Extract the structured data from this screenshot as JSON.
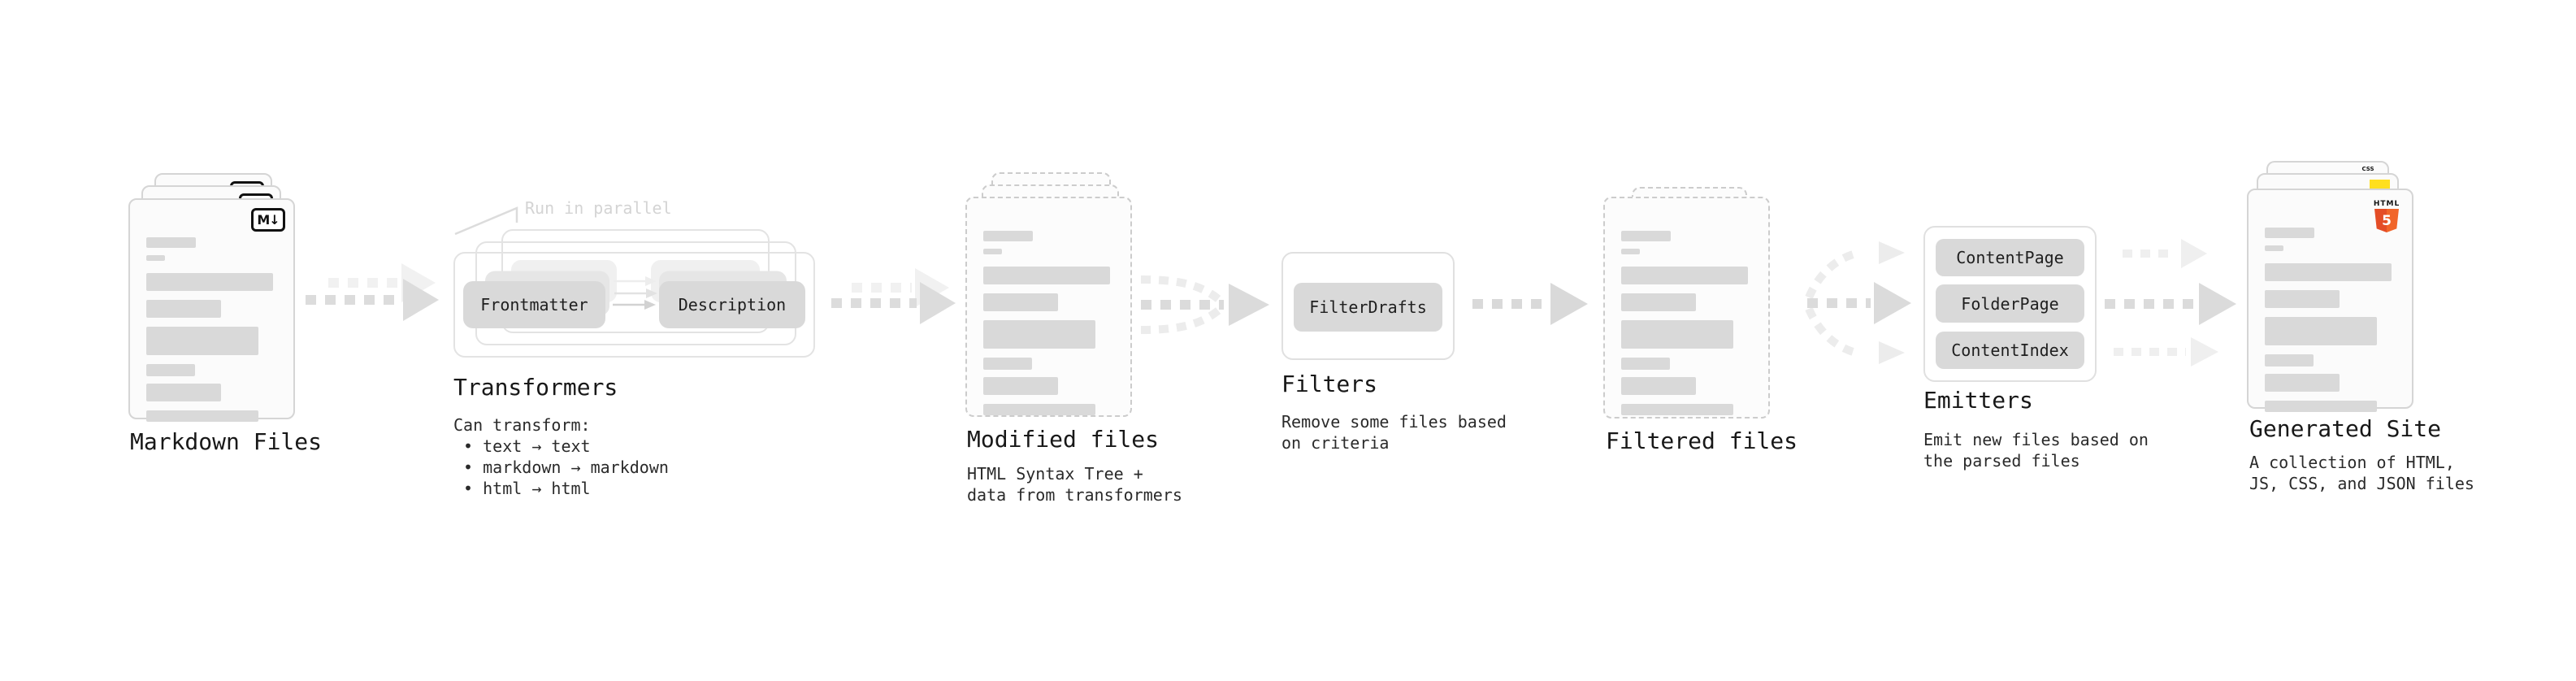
{
  "diagram": {
    "stages": [
      {
        "id": "markdown-files",
        "label": "Markdown Files",
        "badge": "M↓"
      },
      {
        "id": "transformers",
        "label": "Transformers",
        "annotation": "Run in parallel",
        "pill_left": "Frontmatter",
        "pill_right": "Description",
        "description": "Can transform:\n • text → text\n • markdown → markdown\n • html → html"
      },
      {
        "id": "modified-files",
        "label": "Modified files",
        "description": "HTML Syntax Tree +\ndata from transformers"
      },
      {
        "id": "filters",
        "label": "Filters",
        "pill": "FilterDrafts",
        "description": "Remove some files based\non criteria"
      },
      {
        "id": "filtered-files",
        "label": "Filtered files"
      },
      {
        "id": "emitters",
        "label": "Emitters",
        "pills": [
          "ContentPage",
          "FolderPage",
          "ContentIndex"
        ],
        "description": "Emit new files based on\nthe parsed files"
      },
      {
        "id": "generated-site",
        "label": "Generated Site",
        "description": "A collection of HTML,\nJS, CSS, and JSON files",
        "badges": {
          "css": "CSS",
          "html_word": "HTML",
          "html_number": "5"
        }
      }
    ],
    "colors": {
      "html5_orange": "#e44d26",
      "html5_orange_light": "#f16529",
      "js_yellow": "#ffdf1f",
      "css_blue": "#2d72d9",
      "placeholder_bar": "#d9d9d9",
      "arrow_dark": "#dcdcdc",
      "arrow_light": "#f1f1f1",
      "annotation_gray": "#d4d4d4"
    }
  }
}
